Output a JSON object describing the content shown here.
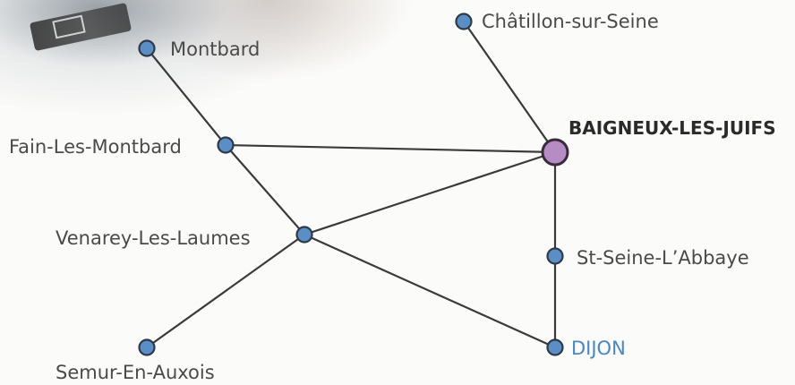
{
  "map": {
    "hub": "BAIGNEUX-LES-JUIFS",
    "towns": {
      "chatillon": "Châtillon-sur-Seine",
      "montbard": "Montbard",
      "fain": "Fain-Les-Montbard",
      "venarey": "Venarey-Les-Laumes",
      "semur": "Semur-En-Auxois",
      "st_seine": "St-Seine-L’Abbaye",
      "dijon": "DIJON"
    },
    "colors": {
      "node": "#5b8ec4",
      "hub_node": "#b58cc4",
      "line": "#3a3a3a",
      "destination_label": "#4a86c0"
    }
  }
}
